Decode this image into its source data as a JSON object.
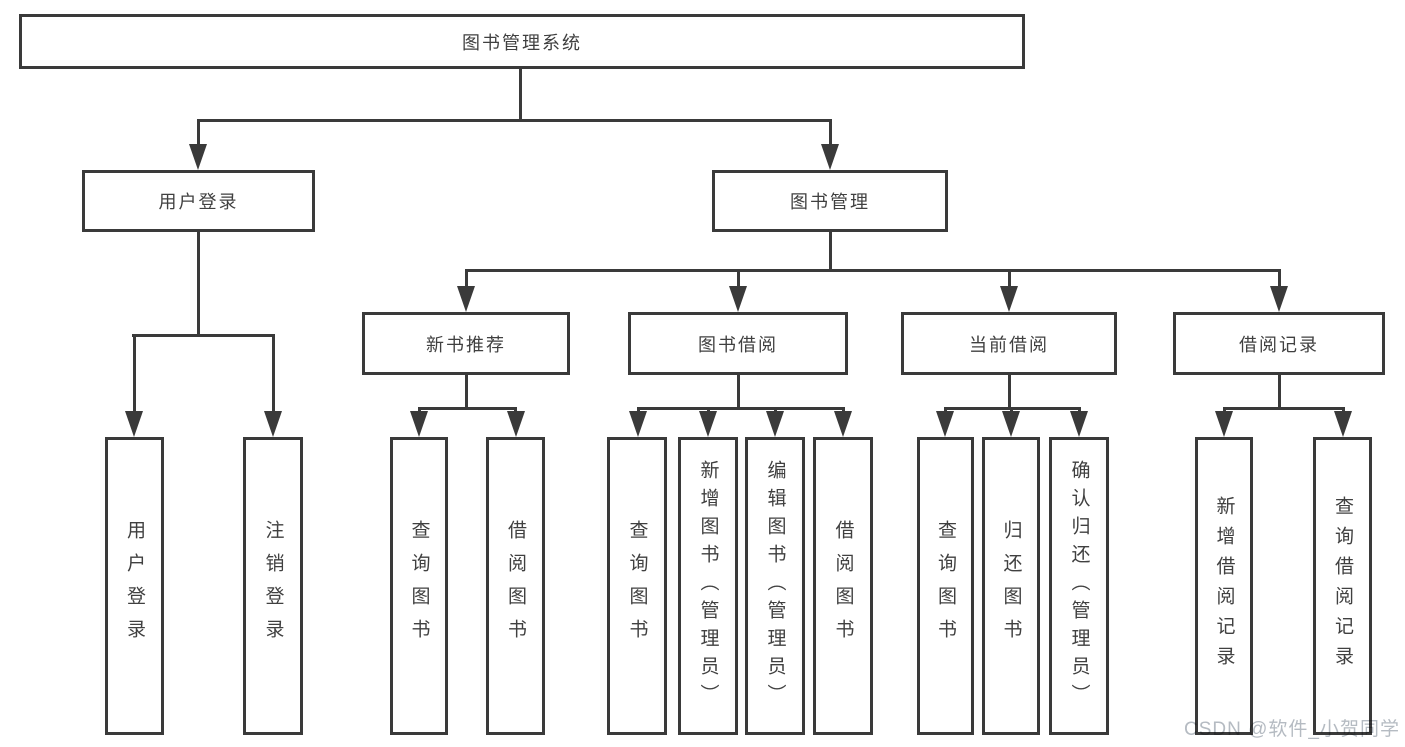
{
  "page": {
    "background_color": "#ffffff",
    "line_color": "#3a3a3a",
    "text_color": "#404040"
  },
  "watermark": {
    "text": "CSDN @软件_小贺同学",
    "color": "#b5bbc2"
  },
  "tree": {
    "root": {
      "label": "图书管理系统"
    },
    "branches": [
      {
        "label": "用户登录",
        "children": [
          {
            "label": "用户登录"
          },
          {
            "label": "注销登录"
          }
        ]
      },
      {
        "label": "图书管理",
        "children": [
          {
            "label": "新书推荐",
            "children": [
              {
                "label": "查询图书"
              },
              {
                "label": "借阅图书"
              }
            ]
          },
          {
            "label": "图书借阅",
            "children": [
              {
                "label": "查询图书"
              },
              {
                "label": "新增图书（管理员）"
              },
              {
                "label": "编辑图书（管理员）"
              },
              {
                "label": "借阅图书"
              }
            ]
          },
          {
            "label": "当前借阅",
            "children": [
              {
                "label": "查询图书"
              },
              {
                "label": "归还图书"
              },
              {
                "label": "确认归还（管理员）"
              }
            ]
          },
          {
            "label": "借阅记录",
            "children": [
              {
                "label": "新增借阅记录"
              },
              {
                "label": "查询借阅记录"
              }
            ]
          }
        ]
      }
    ]
  }
}
